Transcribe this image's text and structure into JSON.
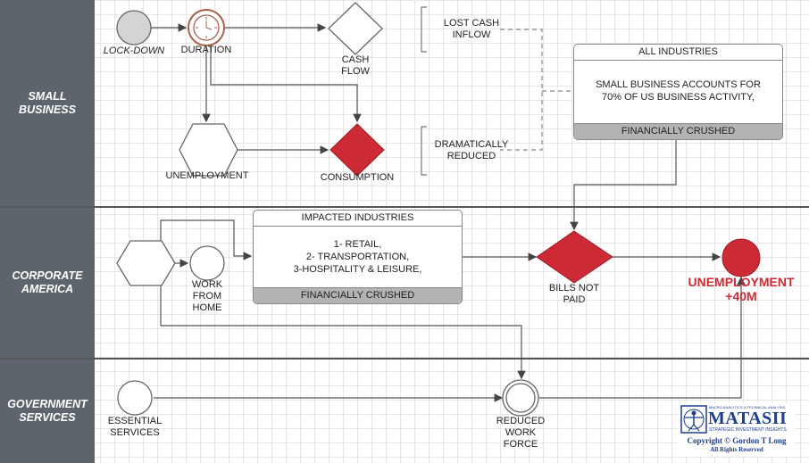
{
  "lanes": [
    {
      "label": "SMALL\nBUSINESS"
    },
    {
      "label": "CORPORATE\nAMERICA"
    },
    {
      "label": "GOVERNMENT\nSERVICES"
    }
  ],
  "nodes": {
    "lockdown": "LOCK-DOWN",
    "duration": "DURATION",
    "cash_flow": "CASH\nFLOW",
    "unemployment": "UNEMPLOYMENT",
    "consumption": "CONSUMPTION",
    "lost_cash": "LOST CASH\nINFLOW",
    "dramatically": "DRAMATICALLY\nREDUCED",
    "work_from_home": "WORK\nFROM\nHOME",
    "bills_not_paid": "BILLS NOT\nPAID",
    "unemployment_40m": "UNEMPLOYMENT\n+40M",
    "essential_services": "ESSENTIAL\nSERVICES",
    "reduced_work_force": "REDUCED\nWORK\nFORCE"
  },
  "all_industries": {
    "title": "ALL INDUSTRIES",
    "body": "SMALL BUSINESS ACCOUNTS FOR\n70% OF US BUSINESS ACTIVITY,",
    "footer": "FINANCIALLY CRUSHED"
  },
  "impacted_industries": {
    "title": "IMPACTED INDUSTRIES",
    "body": "1- RETAIL,\n2- TRANSPORTATION,\n3-HOSPITALITY & LEISURE,",
    "footer": "FINANCIALLY CRUSHED"
  },
  "logo": {
    "tagline_top": "MACRO ANALYTICS & TECHNICAL ANALYSIS",
    "name": "MATASII",
    "tagline_bottom": "STRATEGIC INVESTMENT INSIGHTS",
    "copyright": "Copyright © Gordon T Long",
    "rights": "All Rights Reserved"
  },
  "colors": {
    "red": "#cc2b36",
    "lane": "#5e646b",
    "gray_fill": "#d4d4d4"
  }
}
